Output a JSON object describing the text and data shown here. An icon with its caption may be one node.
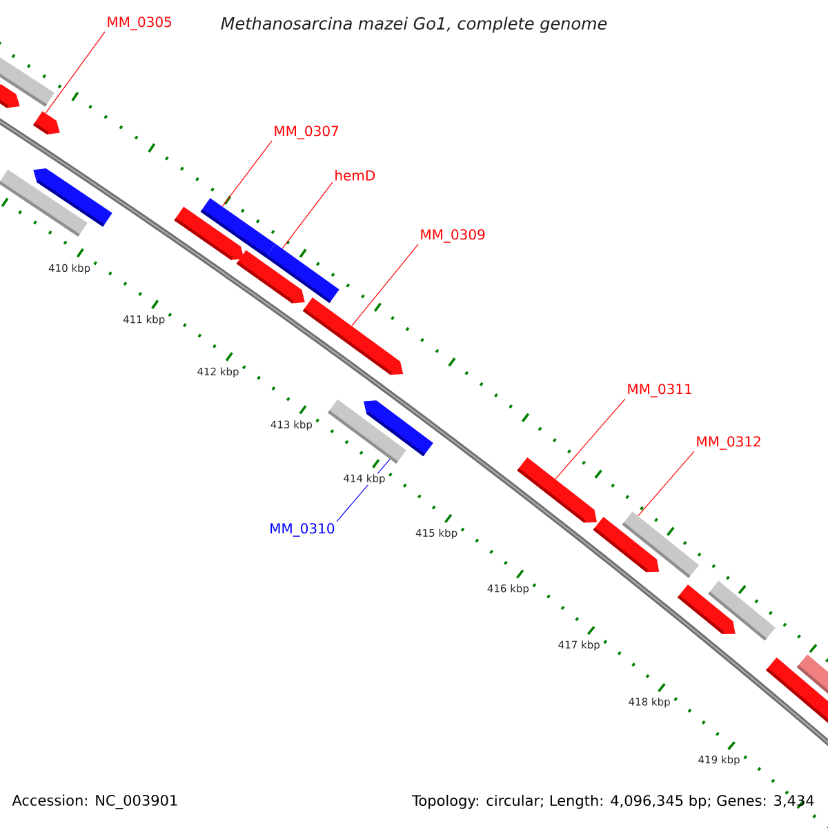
{
  "diagram": {
    "title": "Methanosarcina mazei Go1, complete genome",
    "nodes": [
      {
        "text": [
          "MM_0305"
        ]
      },
      {
        "text": [
          "MM_0307"
        ]
      },
      {
        "text": [
          "hemD"
        ]
      },
      {
        "text": [
          "MM_0309"
        ]
      },
      {
        "text": [
          "MM_0311"
        ]
      },
      {
        "text": [
          "MM_0312"
        ]
      },
      {
        "text": [
          "MM_0310"
        ]
      },
      {
        "text": [],
        "shape": "bar"
      },
      {
        "text": [],
        "shape": "bar"
      },
      {
        "text": [],
        "shape": "bar"
      },
      {
        "text": [],
        "shape": "bar"
      },
      {
        "text": [],
        "shape": "bar"
      },
      {
        "text": [],
        "shape": "bar"
      },
      {
        "text": [],
        "shape": "bar"
      },
      {
        "text": [],
        "shape": "bar"
      },
      {
        "text": [],
        "shape": "bar"
      },
      {
        "text": [],
        "shape": "bar"
      },
      {
        "text": [],
        "shape": "bar"
      },
      {
        "text": [],
        "shape": "bar"
      },
      {
        "text": [],
        "shape": "bar"
      },
      {
        "text": [],
        "shape": "bar"
      },
      {
        "text": [],
        "shape": "bar"
      },
      {
        "text": [],
        "shape": "bar"
      },
      {
        "text": [],
        "shape": "bar"
      },
      {
        "text": [],
        "shape": "bar"
      },
      {
        "text": [],
        "shape": "bar"
      }
    ],
    "edges": [
      {
        "from": 0,
        "to": 9,
        "arrow": "none"
      },
      {
        "from": 1,
        "to": 13,
        "arrow": "none"
      },
      {
        "from": 2,
        "to": 15,
        "arrow": "none"
      },
      {
        "from": 3,
        "to": 16,
        "arrow": "none"
      },
      {
        "from": 4,
        "to": 19,
        "arrow": "none"
      },
      {
        "from": 5,
        "to": 21,
        "arrow": "none"
      },
      {
        "from": 6,
        "to": 17,
        "arrow": "none",
        "color": "#0000ff"
      }
    ],
    "labels": [
      "410 kbp",
      "411 kbp",
      "412 kbp",
      "413 kbp",
      "414 kbp",
      "415 kbp",
      "416 kbp",
      "417 kbp",
      "418 kbp",
      "419 kbp",
      "Accession: NC_003901",
      "Topology: circular; Length: 4,096,345 bp; Genes: 3,434"
    ]
  }
}
